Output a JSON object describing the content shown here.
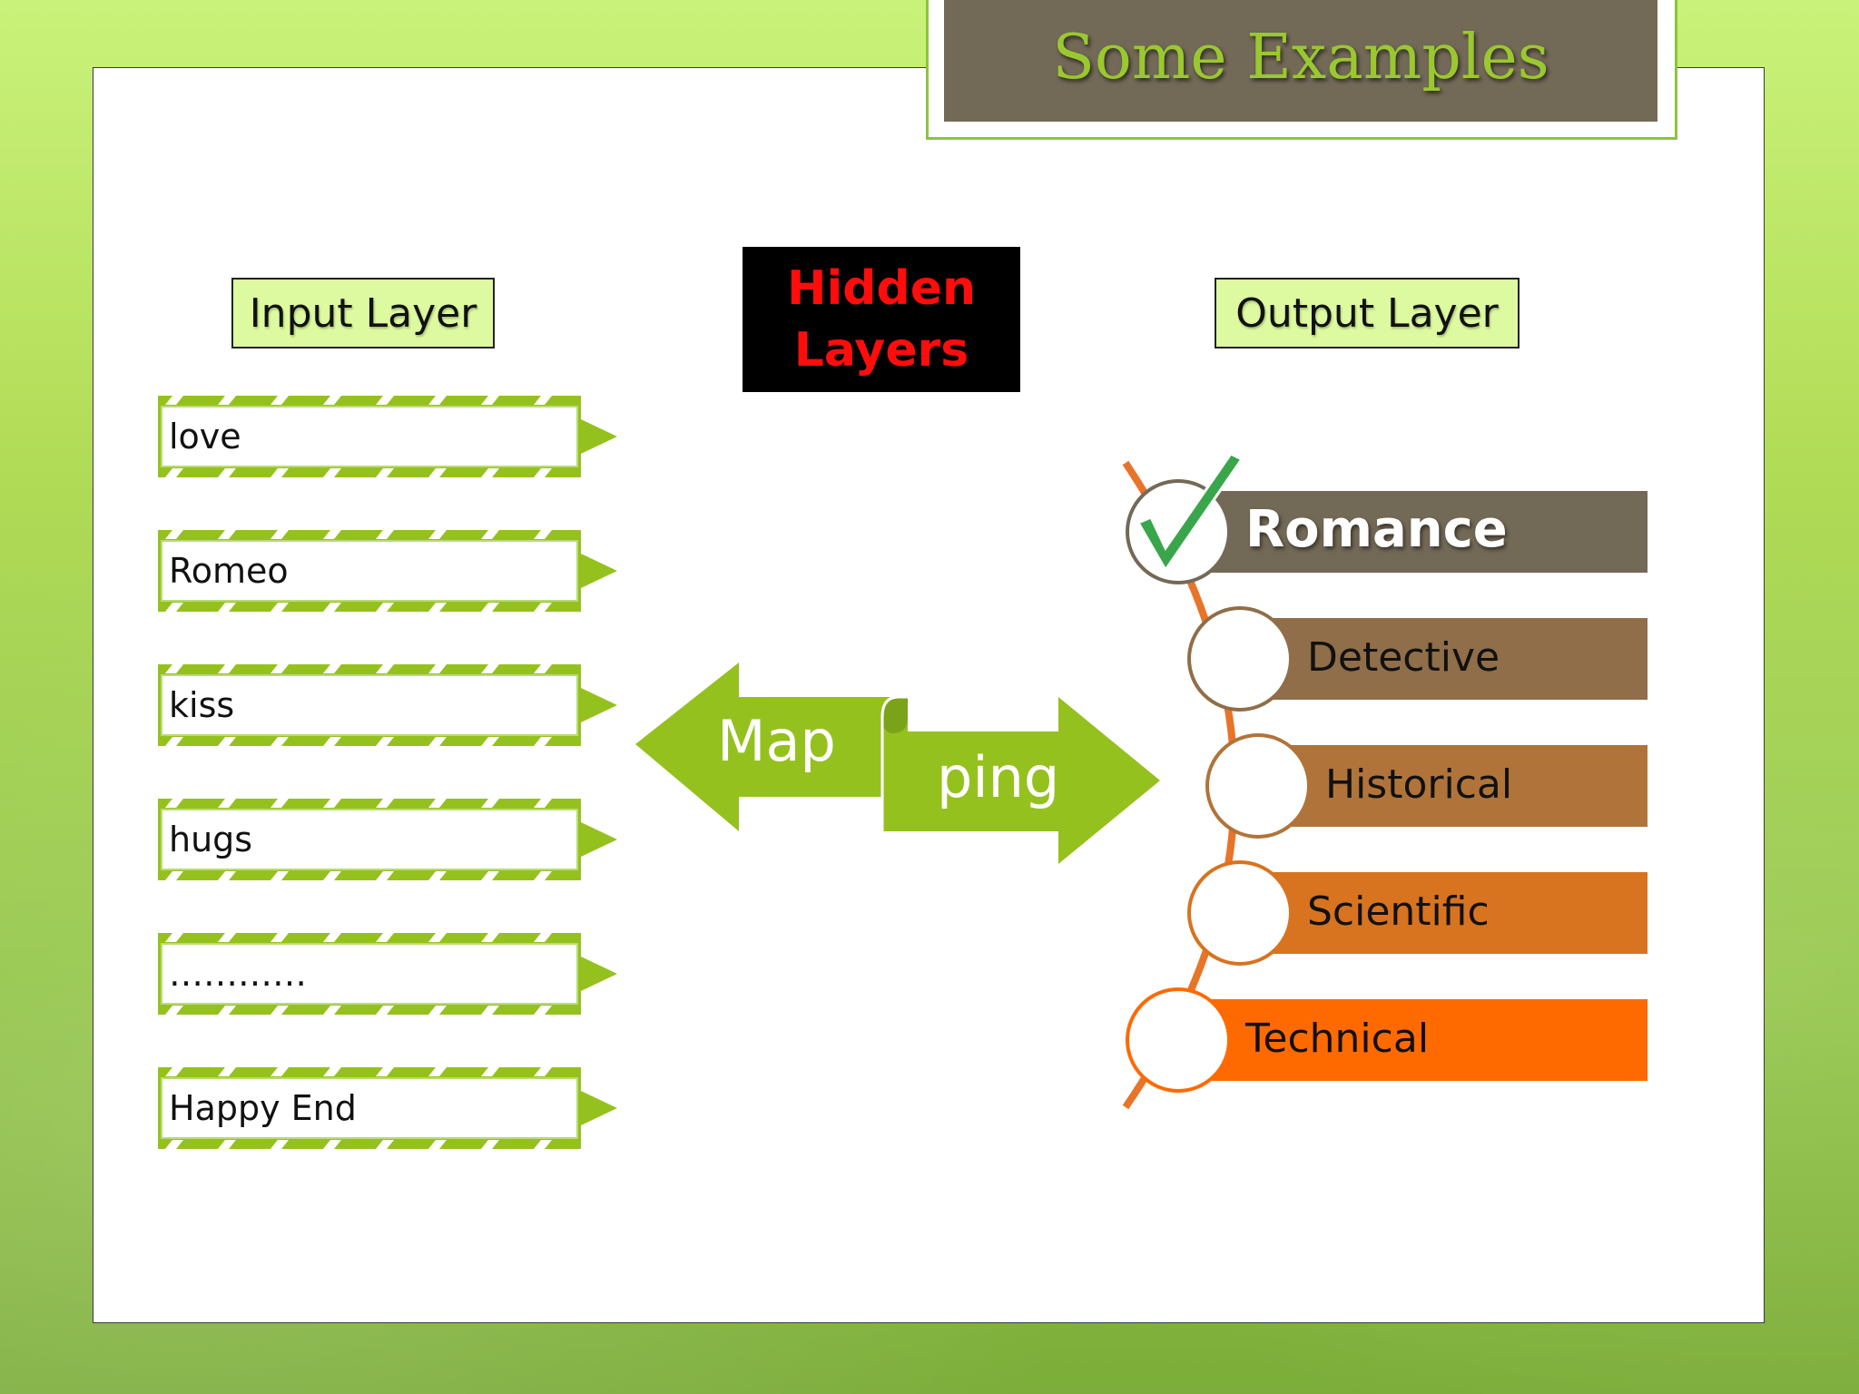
{
  "slide": {
    "title": "Some Examples"
  },
  "labels": {
    "input_layer": "Input Layer",
    "hidden_line1": "Hidden",
    "hidden_line2": "Layers",
    "output_layer": "Output Layer"
  },
  "inputs": [
    "love",
    "Romeo",
    "kiss",
    "hugs",
    "…………",
    "Happy End"
  ],
  "mapping": {
    "left": "Map",
    "right": "ping"
  },
  "outputs": [
    {
      "label": "Romance",
      "color": "#736957",
      "checked": true
    },
    {
      "label": "Detective",
      "color": "#8f6e49",
      "checked": false
    },
    {
      "label": "Historical",
      "color": "#b0743a",
      "checked": false
    },
    {
      "label": "Scientific",
      "color": "#d8731f",
      "checked": false
    },
    {
      "label": "Technical",
      "color": "#ff6a00",
      "checked": false
    }
  ],
  "colors": {
    "accent_green": "#9ac830",
    "arrow_green": "#95c11f",
    "check_green": "#3aa64b",
    "timeline_orange": "#e8742a",
    "hidden_text_red": "#ff0d0d"
  }
}
